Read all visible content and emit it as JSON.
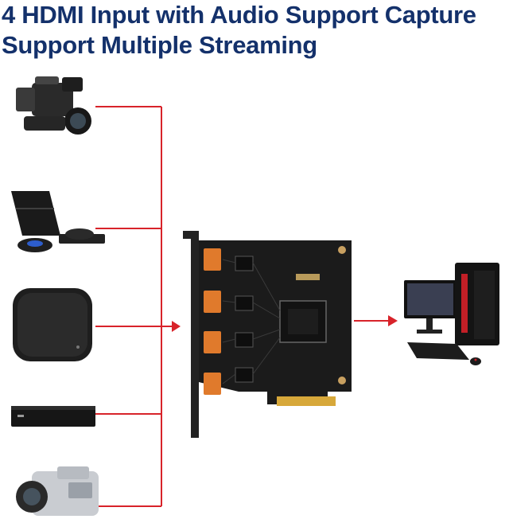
{
  "title": {
    "line1": "4 HDMI Input with Audio Support Capture",
    "line2": "Support Multiple Streaming"
  },
  "colors": {
    "title": "#14316b",
    "connector": "#d8232a",
    "pcb": "#1b1b1b",
    "hdmi_port": "#e07a2c",
    "gold_fingers": "#d7a83a"
  },
  "sources": [
    {
      "icon": "camcorder-icon"
    },
    {
      "icon": "game-console-icon"
    },
    {
      "icon": "tv-box-icon"
    },
    {
      "icon": "dvr-recorder-icon"
    },
    {
      "icon": "handheld-camcorder-icon"
    }
  ],
  "card": {
    "icon": "hdmi-capture-card-icon",
    "port_count": 4
  },
  "destination": {
    "icon": "desktop-pc-icon"
  }
}
